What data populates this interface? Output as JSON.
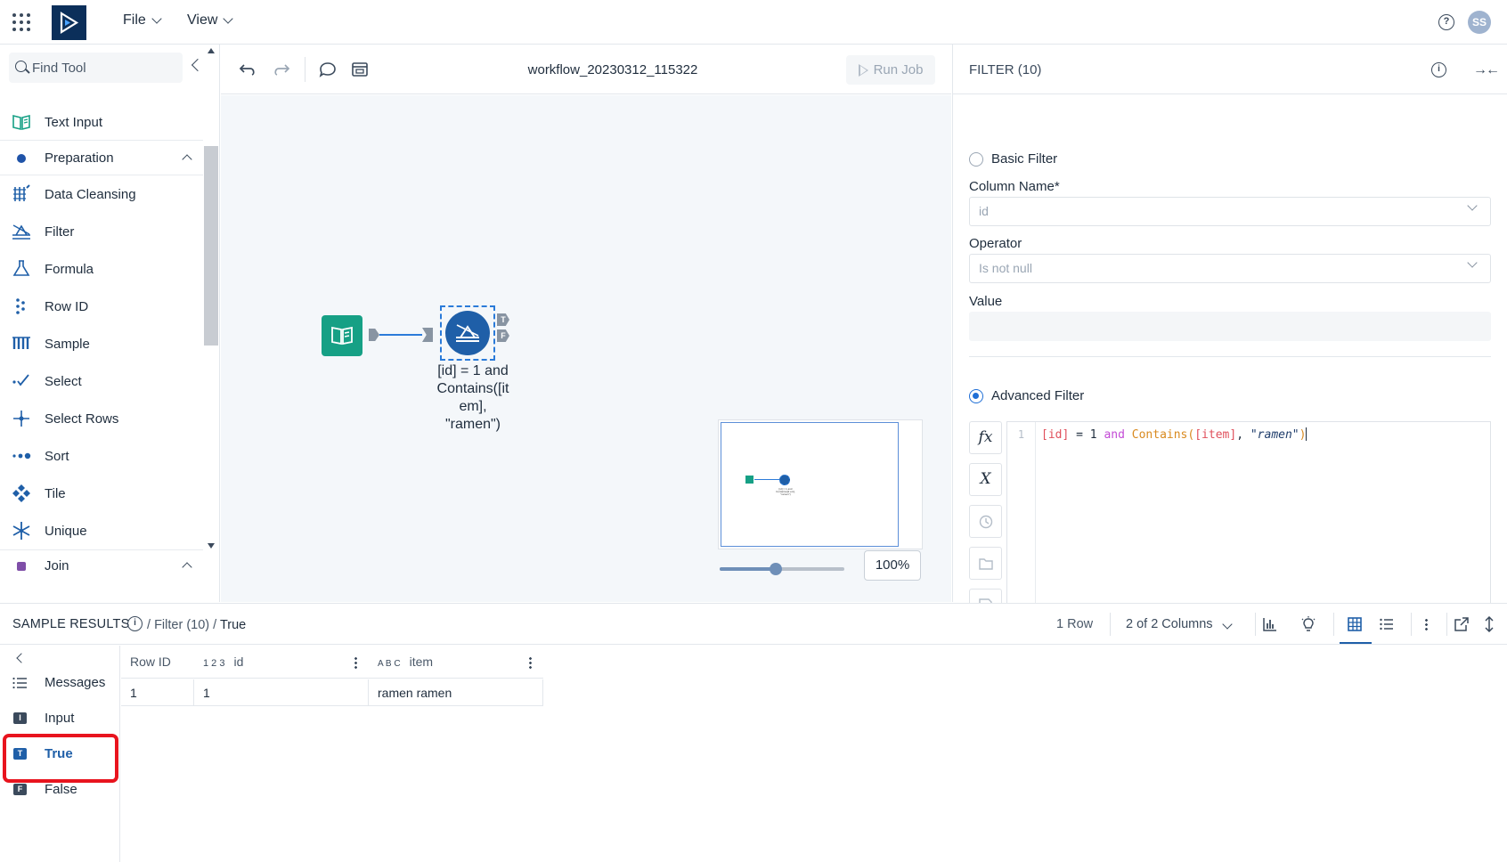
{
  "topbar": {
    "menus": [
      "File",
      "View"
    ],
    "avatar_initials": "SS"
  },
  "palette": {
    "search_placeholder": "Find Tool",
    "tools_top": [
      "Text Input"
    ],
    "category_preparation": "Preparation",
    "preparation_tools": [
      "Data Cleansing",
      "Filter",
      "Formula",
      "Row ID",
      "Sample",
      "Select",
      "Select Rows",
      "Sort",
      "Tile",
      "Unique"
    ],
    "category_join": "Join"
  },
  "canvas": {
    "workflow_title": "workflow_20230312_115322",
    "run_label": "Run Job",
    "filter_node_label": "[id] = 1 and\nContains([it\nem],\n\"ramen\")",
    "true_anchor": "T",
    "false_anchor": "F",
    "zoom": "100%",
    "zoom_fraction": 0.45
  },
  "config": {
    "title": "FILTER (10)",
    "basic_filter": "Basic Filter",
    "column_name_label": "Column Name*",
    "column_name_value": "id",
    "operator_label": "Operator",
    "operator_value": "Is not null",
    "value_label": "Value",
    "advanced_filter": "Advanced Filter",
    "line_number": "1",
    "expression_parts": [
      "[id]",
      " = ",
      "1",
      " and ",
      "Contains(",
      "[item]",
      ", ",
      "\"ramen\"",
      ")"
    ],
    "side_buttons": [
      "fx",
      "X"
    ]
  },
  "results": {
    "title": "SAMPLE RESULTS",
    "crumb_tool": "Filter (10)",
    "crumb_output": "True",
    "row_count": "1 Row",
    "columns": "2 of 2 Columns",
    "nav": [
      "Messages",
      "Input",
      "True",
      "False"
    ],
    "headers": [
      "Row ID",
      "id",
      "item"
    ],
    "id_type": "1 2 3",
    "item_type": "A B C",
    "rows": [
      [
        "1",
        "1",
        "ramen ramen"
      ]
    ]
  },
  "colors": {
    "accent": "#1f5fa8",
    "input_tool": "#16a085",
    "highlight": "#e8141e"
  }
}
